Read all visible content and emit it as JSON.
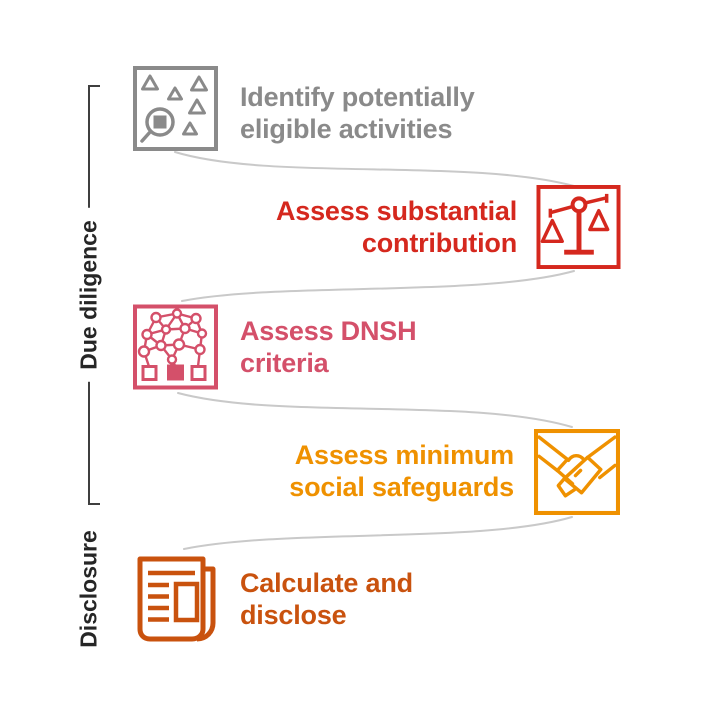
{
  "palette": {
    "gray": "#8a8a8a",
    "red": "#d5281e",
    "rose": "#d4506a",
    "orange": "#ef9100",
    "burnt_orange": "#c9520e",
    "connector": "#c9c9c9",
    "bracket": "#3f3f3f",
    "bracket_label": "#262626",
    "background": "#ffffff"
  },
  "brackets": [
    {
      "label": "Due diligence"
    },
    {
      "label": "Disclosure"
    }
  ],
  "steps": [
    {
      "label": "Identify potentially\neligible activities",
      "color": "#8a8a8a",
      "icon": "magnifier-triangles-icon",
      "align": "left"
    },
    {
      "label": "Assess substantial\ncontribution",
      "color": "#d5281e",
      "icon": "balance-scale-icon",
      "align": "right"
    },
    {
      "label": "Assess DNSH\ncriteria",
      "color": "#d4506a",
      "icon": "network-tree-icon",
      "align": "left"
    },
    {
      "label": "Assess minimum\nsocial safeguards",
      "color": "#ef9100",
      "icon": "handshake-icon",
      "align": "right"
    },
    {
      "label": "Calculate and\ndisclose",
      "color": "#c9520e",
      "icon": "newspaper-icon",
      "align": "left"
    }
  ]
}
